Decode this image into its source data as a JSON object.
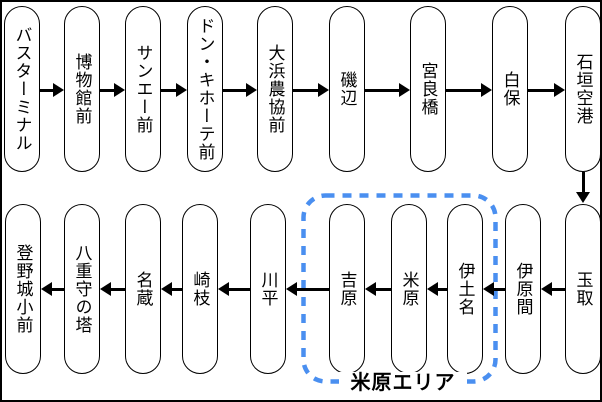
{
  "top_row": {
    "direction": "left-to-right",
    "stations": [
      "バスターミナル",
      "博物館前",
      "サンエー前",
      "ドン・キホーテ前",
      "大浜農協前",
      "磯辺",
      "宮良橋",
      "白保",
      "石垣空港"
    ]
  },
  "bottom_row": {
    "direction": "right-to-left",
    "stations_left_to_right": [
      "登野城小前",
      "八重守の塔",
      "名蔵",
      "崎枝",
      "川平",
      "吉原",
      "米原",
      "伊土名",
      "伊原間",
      "玉取"
    ]
  },
  "area_box": {
    "label": "米原エリア",
    "color": "#4a8ff0",
    "enclosed_stations": [
      "吉原",
      "米原",
      "伊土名"
    ]
  },
  "colors": {
    "outline": "#000000",
    "background": "#ffffff",
    "area_dash_blue": "#4a8ff0"
  }
}
